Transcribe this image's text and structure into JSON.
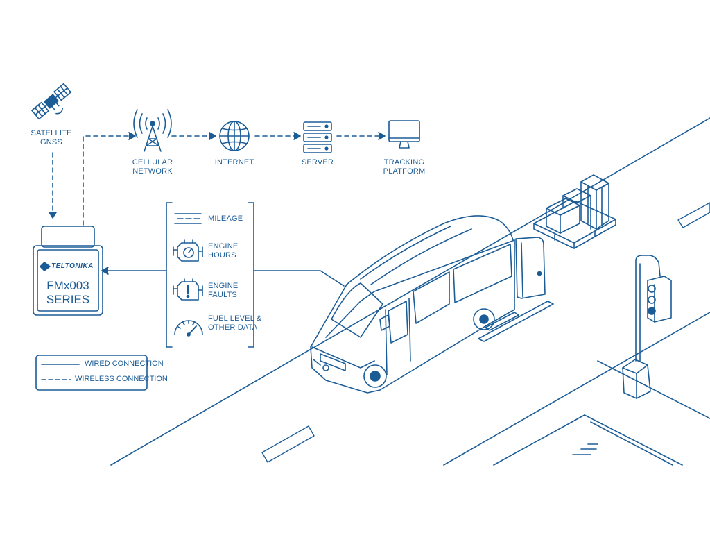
{
  "colors": {
    "line": "#1b5c97",
    "background": "#ffffff"
  },
  "nodes": {
    "satellite": {
      "line1": "SATELLITE",
      "line2": "GNSS",
      "icon": "satellite-icon"
    },
    "cellular": {
      "line1": "CELLULAR",
      "line2": "NETWORK",
      "icon": "cell-tower-icon"
    },
    "internet": {
      "line1": "INTERNET",
      "icon": "globe-icon"
    },
    "server": {
      "line1": "SERVER",
      "icon": "server-icon"
    },
    "tracking": {
      "line1": "TRACKING",
      "line2": "PLATFORM",
      "icon": "monitor-icon"
    }
  },
  "device": {
    "brand": "TELTONIKA",
    "model_line1": "FMx003",
    "model_line2": "SERIES"
  },
  "data_items": [
    {
      "line1": "MILEAGE",
      "icon": "road-icon"
    },
    {
      "line1": "ENGINE",
      "line2": "HOURS",
      "icon": "engine-icon"
    },
    {
      "line1": "ENGINE",
      "line2": "FAULTS",
      "icon": "engine-fault-icon"
    },
    {
      "line1": "FUEL LEVEL &",
      "line2": "OTHER DATA",
      "icon": "fuel-gauge-icon"
    }
  ],
  "legend": {
    "wired": "WIRED CONNECTION",
    "wireless": "WIRELESS CONNECTION"
  }
}
